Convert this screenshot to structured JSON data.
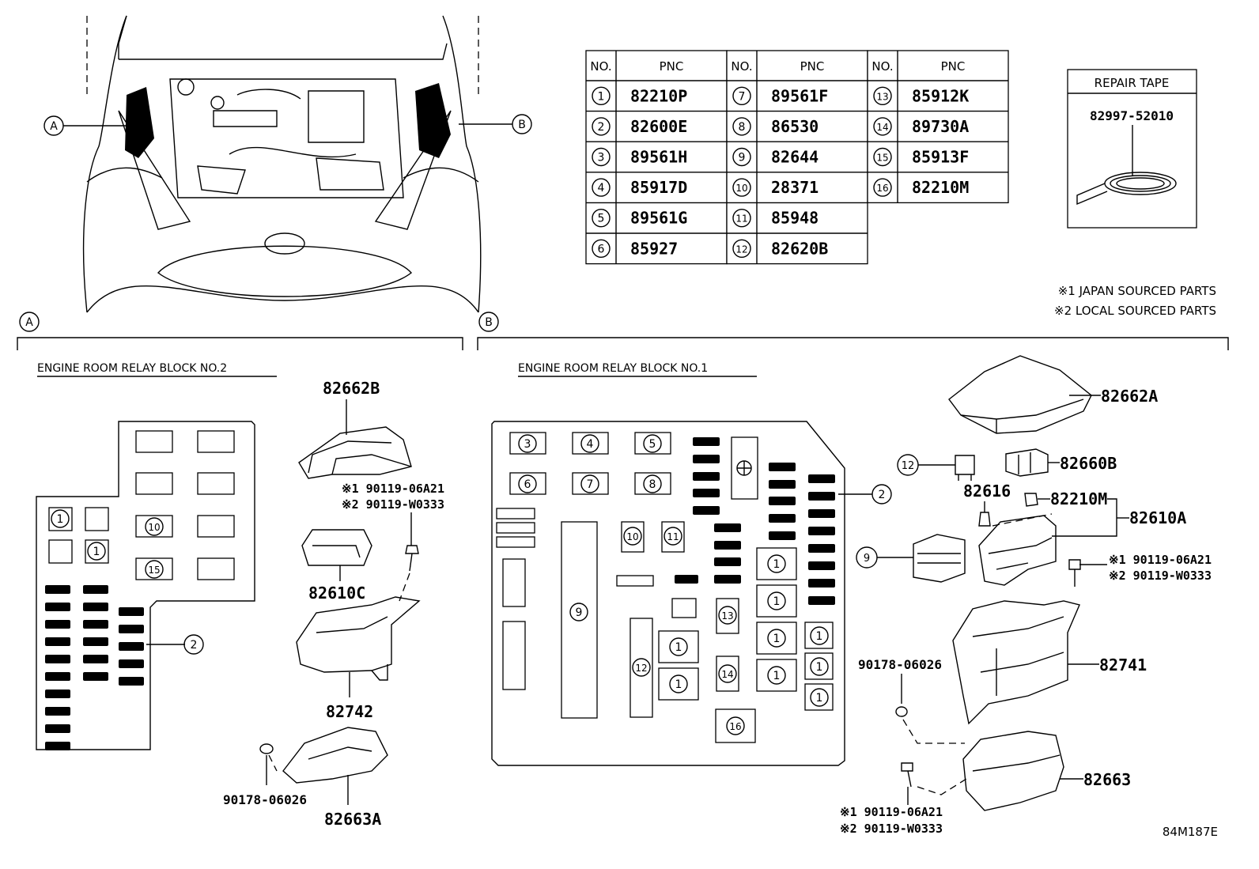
{
  "table": {
    "headers": [
      "NO.",
      "PNC",
      "NO.",
      "PNC",
      "NO.",
      "PNC"
    ],
    "columns": [
      [
        {
          "no": "1",
          "pnc": "82210P"
        },
        {
          "no": "2",
          "pnc": "82600E"
        },
        {
          "no": "3",
          "pnc": "89561H"
        },
        {
          "no": "4",
          "pnc": "85917D"
        },
        {
          "no": "5",
          "pnc": "89561G"
        },
        {
          "no": "6",
          "pnc": "85927"
        }
      ],
      [
        {
          "no": "7",
          "pnc": "89561F"
        },
        {
          "no": "8",
          "pnc": "86530"
        },
        {
          "no": "9",
          "pnc": "82644"
        },
        {
          "no": "10",
          "pnc": "28371"
        },
        {
          "no": "11",
          "pnc": "85948"
        },
        {
          "no": "12",
          "pnc": "82620B"
        }
      ],
      [
        {
          "no": "13",
          "pnc": "85912K"
        },
        {
          "no": "14",
          "pnc": "89730A"
        },
        {
          "no": "15",
          "pnc": "85913F"
        },
        {
          "no": "16",
          "pnc": "82210M"
        }
      ]
    ]
  },
  "repair_tape": {
    "title": "REPAIR TAPE",
    "part": "82997-52010"
  },
  "notes": [
    "※1 JAPAN SOURCED PARTS",
    "※2 LOCAL SOURCED PARTS"
  ],
  "callouts": {
    "a": "A",
    "b": "B"
  },
  "section_a": {
    "title": "ENGINE ROOM RELAY BLOCK NO.2",
    "parts": {
      "cover": "82662B",
      "bolt1": "※1 90119-06A21",
      "bolt2": "※2 90119-W0333",
      "bracket": "82610C",
      "housing": "82742",
      "clip": "90178-06026",
      "lower": "82663A"
    },
    "block_labels": [
      "1",
      "1",
      "10",
      "15",
      "2"
    ]
  },
  "section_b": {
    "title": "ENGINE ROOM RELAY BLOCK NO.1",
    "parts": {
      "cover": "82662A",
      "relay_box": "82660B",
      "p82616": "82616",
      "p82210m": "82210M",
      "p82610a": "82610A",
      "bolt_r1": "※1 90119-06A21",
      "bolt_r2": "※2 90119-W0333",
      "housing": "82741",
      "clip": "90178-06026",
      "lower": "82663",
      "bolt_b1": "※1 90119-06A21",
      "bolt_b2": "※2 90119-W0333"
    },
    "callout_12": "12",
    "callout_9": "9",
    "callout_2": "2",
    "block_labels": [
      "3",
      "4",
      "5",
      "6",
      "7",
      "8",
      "9",
      "10",
      "11",
      "12",
      "13",
      "14",
      "16",
      "1",
      "1",
      "1",
      "1",
      "1",
      "1",
      "1",
      "1",
      "1",
      "1",
      "1"
    ]
  },
  "figure_code": "84M187E"
}
